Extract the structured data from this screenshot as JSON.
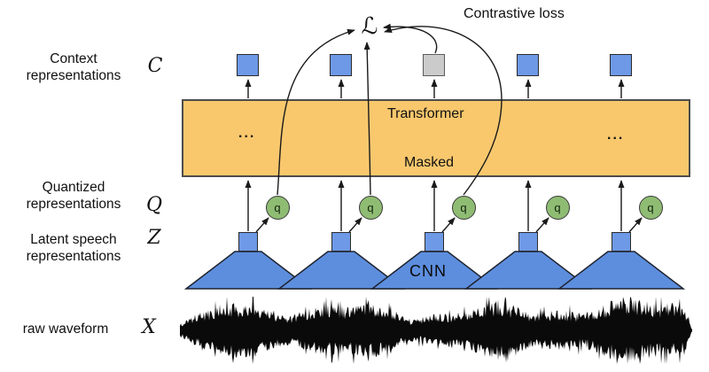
{
  "loss": {
    "symbol": "ℒ",
    "label": "Contrastive loss"
  },
  "rows": {
    "context": {
      "line1": "Context",
      "line2": "representations",
      "symbol": "C"
    },
    "quantized": {
      "line1": "Quantized",
      "line2": "representations",
      "symbol": "Q"
    },
    "latent": {
      "line1": "Latent speech",
      "line2": "representations",
      "symbol": "Z"
    },
    "waveform": {
      "line1": "raw waveform",
      "symbol": "X"
    }
  },
  "transformer": {
    "title": "Transformer",
    "masked_label": "Masked",
    "ellipsis_left": "...",
    "ellipsis_right": "..."
  },
  "cnn": {
    "label": "CNN"
  },
  "quantizer": {
    "q_label": "q"
  },
  "colors": {
    "context_blue": "#6e99e6",
    "masked_gray": "#cbcbcb",
    "latent_blue": "#6e99e6",
    "cnn_blue": "#5d8ede",
    "quantized_green": "#8fbc73",
    "transformer_orange": "#f9c86d",
    "waveform_black": "#0a0a0a",
    "arrow_black": "#1a1a1a"
  }
}
